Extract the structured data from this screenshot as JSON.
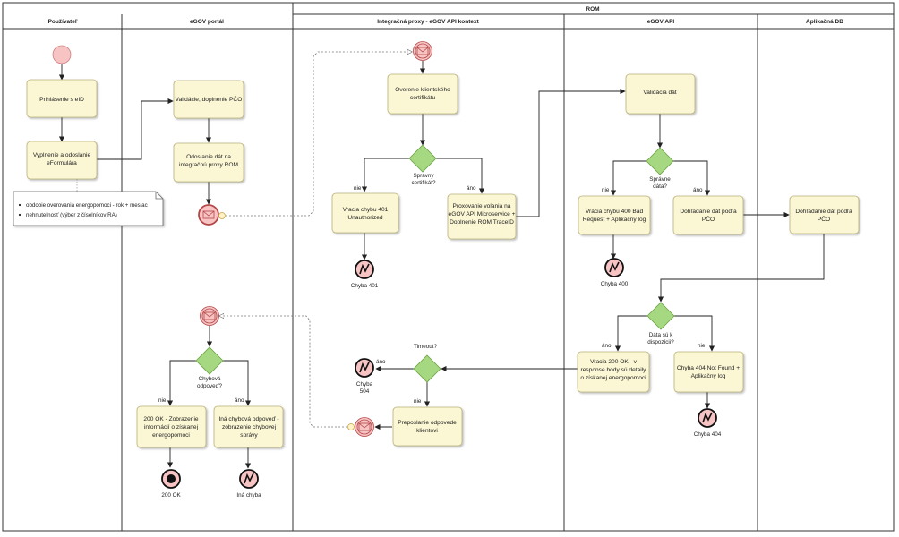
{
  "pool": {
    "title": "ROM"
  },
  "lanes": [
    {
      "id": "pouzivatel",
      "label": "Používateľ"
    },
    {
      "id": "egov-portal",
      "label": "eGOV portál"
    },
    {
      "id": "proxy",
      "label": "Integračná proxy - eGOV API kontext"
    },
    {
      "id": "egov-api",
      "label": "eGOV API"
    },
    {
      "id": "app-db",
      "label": "Aplikačná DB"
    }
  ],
  "tasks": {
    "login": "Prihlásenie s eID",
    "fill_form": "Vyplnenie a odoslanie eFormulára",
    "validate_pco": "Validácie, doplnenie PČO",
    "send_proxy": "Odoslanie dát na integračnú proxy ROM",
    "verify_cert": "Overenie klientského certifikátu",
    "err401": "Vracia chybu 401 Unauthorized",
    "proxy_call": "Proxovanie volania na eGOV API Microservice + Doplnenie ROM TraceID",
    "validate_data": "Validácia dát",
    "err400": "Vracia chybu 400 Bad Request + Aplikačný log",
    "lookup_api": "Dohľadanie dát podľa PČO",
    "lookup_db": "Dohľadanie dát podľa PČO",
    "ok200_api": "Vracia 200 OK - v response body sú detaily o získanej energopomoci",
    "err404": "Chyba 404 Not Found + Aplikačný log",
    "forward": "Preposlanie odpovede klientovi",
    "show200": "200 OK - Zobrazenie informácií o získanej energopomoci",
    "show_error": "Iná chybová odpoveď - zobrazenie chybovej správy"
  },
  "gateways": {
    "cert_ok": "Správny certifikát?",
    "data_ok": "Správne dáta?",
    "data_avail": "Dáta sú k dispozícii?",
    "timeout": "Timeout?",
    "error_resp": "Chybová odpoveď?"
  },
  "flow_labels": {
    "yes": "áno",
    "no": "nie"
  },
  "end_events": {
    "e401": "Chyba 401",
    "e400": "Chyba 400",
    "e404": "Chyba 404",
    "e504": "Chyba 504",
    "e200": "200 OK",
    "eother": "Iná chyba"
  },
  "note": {
    "items": [
      "obdobie overovania energopomoci - rok + mesiac",
      "nehnuteľnosť (výber z číselníkov RA)"
    ]
  },
  "colors": {
    "task_fill": "#fbf7d4",
    "task_stroke": "#b9b07a",
    "gateway_fill": "#a6d881",
    "gateway_stroke": "#6aa344",
    "event_fill": "#f7c3c3",
    "event_stroke": "#cf7f7f",
    "lane_line": "#333333",
    "flow_line": "#222222"
  }
}
